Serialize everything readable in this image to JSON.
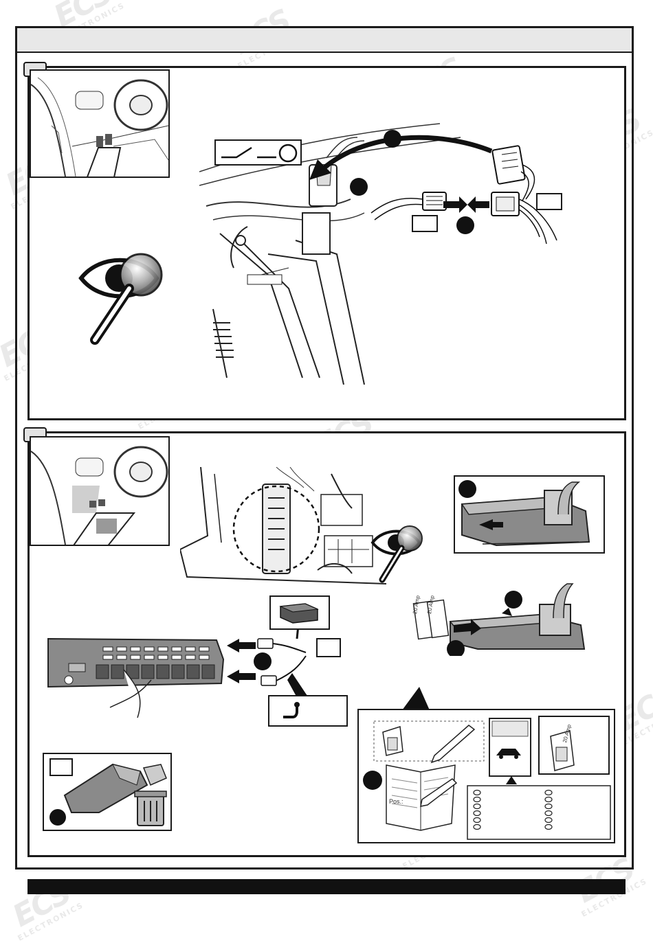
{
  "watermark": {
    "brand": "ECS",
    "subtitle": "ELECTRONICS"
  },
  "fuse_label": "20 Amp",
  "fuse_label_2": "20 Amp",
  "fuse_label_3": "20 Amp",
  "manual_text": "Pos.:",
  "icons": [
    "magnifier-eye-icon",
    "switch-symbol-icon",
    "fuse-icon",
    "pencil-icon",
    "car-icon",
    "trash-can-icon",
    "wire-hook-icon"
  ],
  "colors": {
    "ink": "#1a1a1a",
    "panel_fill": "#e8e8e8",
    "component_fill": "#8a8a8a",
    "footer": "#111111"
  }
}
